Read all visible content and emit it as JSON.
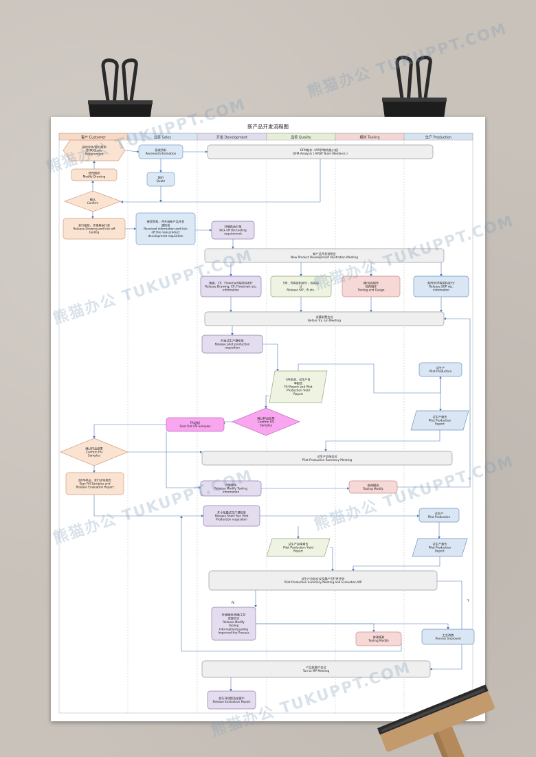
{
  "document": {
    "title": "新产品开发流程图"
  },
  "lanes": [
    {
      "label": "客户 Customer",
      "color": "#f7d9c4"
    },
    {
      "label": "业务 Sales",
      "color": "#d9e7f4"
    },
    {
      "label": "开发 Development",
      "color": "#e2dcef"
    },
    {
      "label": "品管 Quality",
      "color": "#e6eed8"
    },
    {
      "label": "模具 Tooling",
      "color": "#f4d7d5"
    },
    {
      "label": "生产 Production",
      "color": "#d6e3f1"
    }
  ],
  "nodes": {
    "dfm_request": [
      "提出评估/报价需求",
      "DFM/Quote",
      "Requirement"
    ],
    "received_info": [
      "接收资料",
      "Received Information"
    ],
    "dfm_analysis": [
      "DFM制作（APQP跨功能小组）",
      "DFM Analysis ( APQP Team Members )"
    ],
    "modify_drawing": [
      "修改图纸",
      "Modify Drawing"
    ],
    "quote": [
      "报价",
      "Quote"
    ],
    "confirm": [
      "确认",
      "Confirm"
    ],
    "release_drawing": [
      "发行图纸，开模具执行单",
      "Release Drawing and kick off",
      "tooling"
    ],
    "received_req": [
      "接受资料，并开出新产品开发",
      "通知单",
      "Received information and kick",
      "off the new product",
      "development requisition"
    ],
    "kickoff_tooling": [
      "开模具执行单",
      "Kick off the tooling",
      "requirement"
    ],
    "npd_meeting": [
      "新产品开发说明会",
      "New Product Development Illustration Meeting"
    ],
    "release_flowchart": [
      "图面、CP、Flowchart等资料发行",
      "Release Drawing, CP, Flowchart etc.",
      "information"
    ],
    "release_sip": [
      "SIP、IS等资料发行，检具设",
      "计",
      "Release SIP , IS etc."
    ],
    "tooling_gauge": [
      "模/治具制作",
      "检具制作",
      "Tooling and Gauge"
    ],
    "release_sop": [
      "制作SOP等资料发行/",
      "Release SOP etc.",
      "information"
    ],
    "before_tryrun": [
      "试模前置会议",
      "Before Try run Meeting"
    ],
    "pilot_req": [
      "开出试生产通知单",
      "Release pilot production",
      "requisition"
    ],
    "fai_report": [
      "FAI检测、试生产良",
      "率报告",
      "FAI Report and Pilot",
      "Production Yield",
      "Report"
    ],
    "pilot_prod_1": [
      "试生产",
      "Pilot Production"
    ],
    "sent_fai": [
      "FAI送样",
      "Sent Out FAI Samples"
    ],
    "confirm_fai": [
      "确认样品结果",
      "Confirm FAI",
      "Samples"
    ],
    "pilot_report_1": [
      "试生产报告",
      "Pilot Production",
      "Report"
    ],
    "customer_confirm": [
      "确认样品结果",
      "Confirm FAI",
      "Samples"
    ],
    "summary_meeting": [
      "试生产总结会议",
      "Pilot Production Summary Meeting"
    ],
    "sign_fai": [
      "签FAI样品、发行评估报告",
      "Sign FAI Samples and",
      "Release Evaluation Report"
    ],
    "modify_tooling_info": [
      "开修模单",
      "Release Modify Tooling",
      "Information"
    ],
    "tooling_modify_1": [
      "修改模具",
      "Tooling Modify"
    ],
    "short_run": [
      "开小批量试生产通知单",
      "Release Short Run Pilot",
      "Production requisition"
    ],
    "pilot_prod_2": [
      "试生产",
      "Pilot Production"
    ],
    "yield_report": [
      "试生产良率报告",
      "Pilot Production Yield",
      "Report"
    ],
    "pilot_report_2": [
      "试生产报告",
      "Pilot Production",
      "Report"
    ],
    "mp_meeting": [
      "试生产总结会议及量产可行性评估",
      "Pilot Production Summary Meeting and  Evaluation MP"
    ],
    "modify_info": [
      "开修模单/改善工艺",
      "改善检讨",
      "Release Modify",
      "Tooling",
      "Information/Leading",
      "Improved the Process"
    ],
    "tooling_modify_2": [
      "修改模具",
      "Tooling Modify"
    ],
    "process_improved": [
      "工艺改善",
      "Process Improved"
    ],
    "mp_meeting2": [
      "产品批量产会议",
      "Tun to MP Meeting"
    ],
    "eval_report": [
      "发行评估报告给客户",
      "Release Evaluation Report"
    ]
  },
  "branch_labels": {
    "no": "N",
    "yes": "Y"
  },
  "watermark": "熊猫办公 TUKUPPT.COM"
}
